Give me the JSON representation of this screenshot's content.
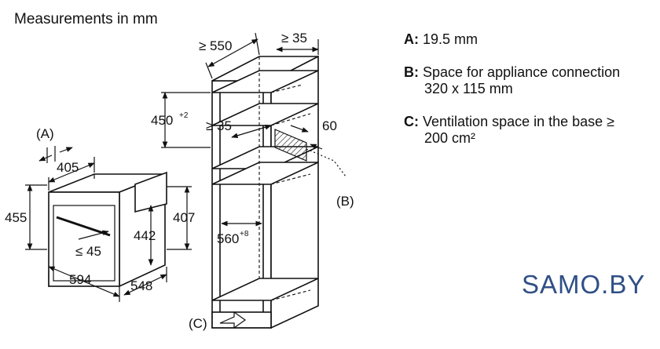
{
  "title": "Measurements in mm",
  "legend": [
    {
      "key": "A:",
      "line1": "19.5 mm",
      "line2": ""
    },
    {
      "key": "B:",
      "line1": "Space for appliance connection",
      "line2": "320 x 115 mm"
    },
    {
      "key": "C:",
      "line1": "Ventilation space in the base ≥",
      "line2": "200 cm²"
    }
  ],
  "brand": "SAMO.BY",
  "dimensions": {
    "cab_width": "≥ 550",
    "cab_depth": "≥ 35",
    "niche_height": "450",
    "niche_height_tol": "+2",
    "inner_gap": "≥ 35",
    "vent_60": "60",
    "inner_width": "560",
    "inner_width_tol": "+8",
    "label_a": "(A)",
    "label_b": "(B)",
    "label_c": "(C)",
    "dim_405": "405",
    "dim_455": "455",
    "dim_442": "442",
    "dim_407": "407",
    "dim_45": "≤ 45",
    "dim_594": "594",
    "dim_548": "548"
  }
}
